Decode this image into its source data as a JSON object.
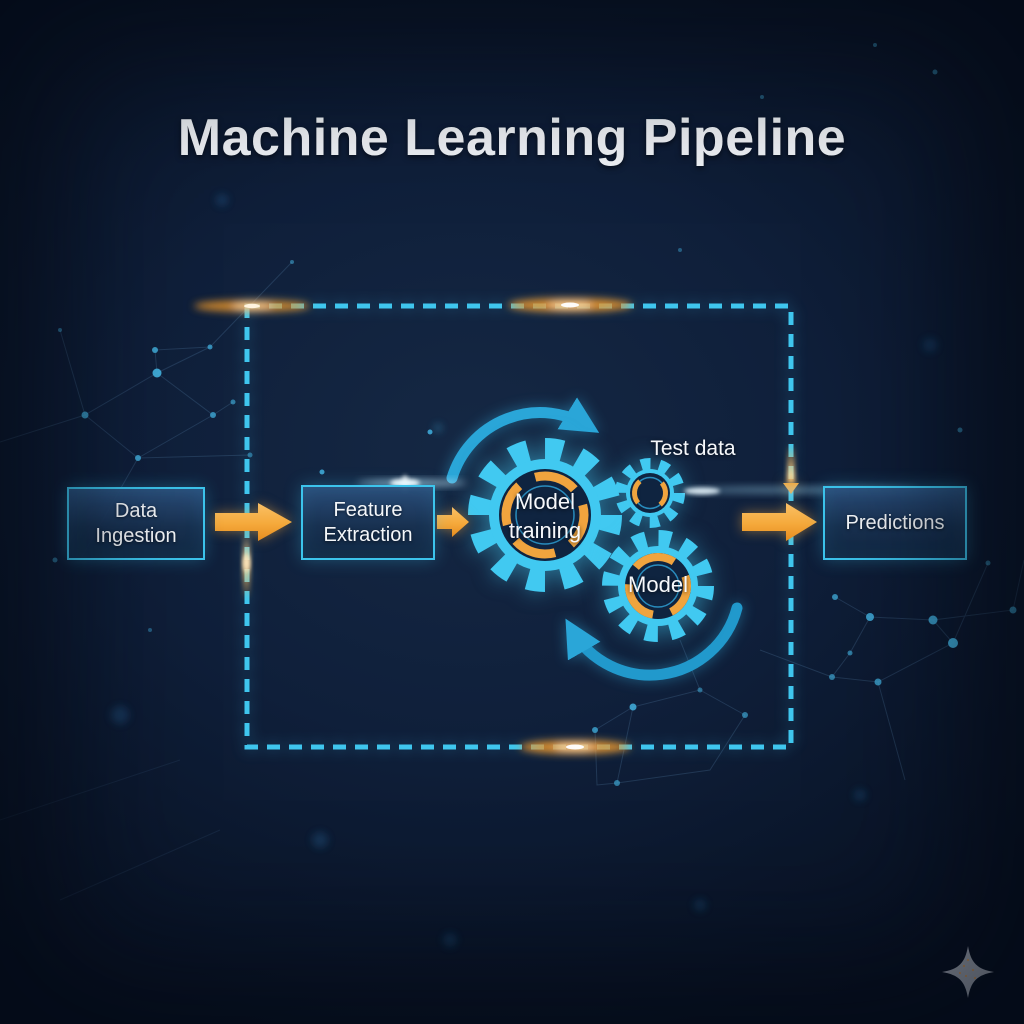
{
  "title": "Machine Learning Pipeline",
  "pipeline": {
    "stages": [
      {
        "id": "data-ingestion",
        "label": "Data Ingestion"
      },
      {
        "id": "feature-extraction",
        "label": "Feature Extraction"
      },
      {
        "id": "model-training",
        "label": "Model training"
      },
      {
        "id": "predictions",
        "label": "Predictions"
      }
    ],
    "model_label": "Model",
    "test_data_label": "Test data"
  },
  "colors": {
    "background": "#0c1a31",
    "box_border_cyan": "#3cc4ec",
    "dashed_boundary_cyan": "#3fc6ee",
    "arrow_orange": "#f5a93b",
    "gear_cyan": "#41c9f1",
    "gear_ring_orange": "#f0a43e",
    "cycle_arc_cyan": "#2aa6d8",
    "text": "#f4f7fa"
  }
}
